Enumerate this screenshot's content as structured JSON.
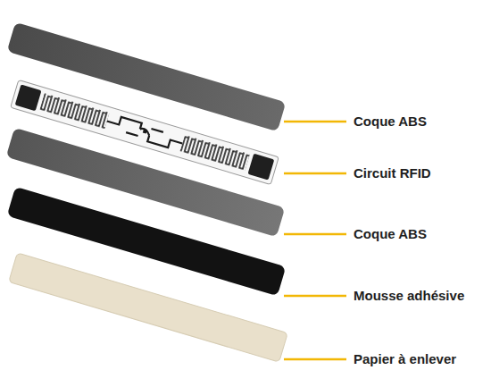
{
  "diagram": {
    "labels": [
      "Coque ABS",
      "Circuit RFID",
      "Coque ABS",
      "Mousse adhésive",
      "Papier à enlever"
    ]
  }
}
